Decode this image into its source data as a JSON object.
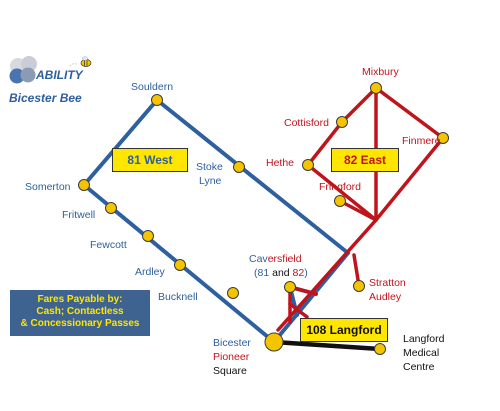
{
  "brand": {
    "logo_word": "ABILITY",
    "subtitle": "Bicester Bee",
    "logo_colors": [
      "#4a74b0",
      "#8a9bb3",
      "#c9cdd6",
      "#d6d9df"
    ]
  },
  "colors": {
    "route_81": "#2e5f9e",
    "route_82": "#c0141c",
    "route_108": "#111111",
    "stop_fill": "#f5c400",
    "label_box": "#ffe600",
    "fares_box": "#3e6390"
  },
  "routes": {
    "r81": "81 West",
    "r82": "82 East",
    "r108": "108 Langford"
  },
  "stops": {
    "souldern": "Souldern",
    "stoke_lyne": [
      "Stoke",
      "Lyne"
    ],
    "somerton": "Somerton",
    "fritwell": "Fritwell",
    "fewcott": "Fewcott",
    "ardley": "Ardley",
    "bucknell": "Bucknell",
    "mixbury": "Mixbury",
    "cottisford": "Cottisford",
    "finmere": "Finmere",
    "hethe": "Hethe",
    "fringford": "Fringford",
    "caversfield": {
      "line1_a": "Cav",
      "line1_b": "ersfield",
      "line2_open": "(",
      "line2_81": "81",
      "line2_and": " and ",
      "line2_82": "82",
      "line2_close": ")"
    },
    "stratton_audley": [
      "Stratton",
      "Audley"
    ],
    "bicester": [
      "Bicester",
      "Pioneer",
      "Square"
    ],
    "langford": [
      "Langford",
      "Medical",
      "Centre"
    ]
  },
  "fares": {
    "line1": "Fares Payable by:",
    "line2": "Cash; Contactless",
    "line3": "& Concessionary Passes"
  }
}
